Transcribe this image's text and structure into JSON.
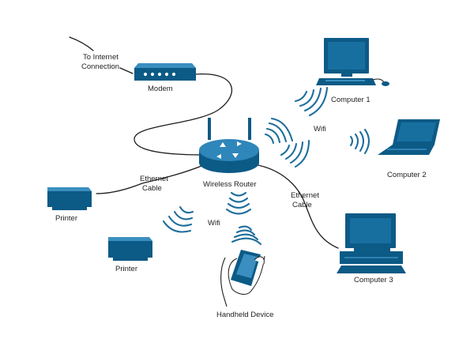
{
  "colors": {
    "device_dark": "#0c5a86",
    "device_mid": "#176fa0",
    "device_light": "#3a8fc0",
    "signal": "#1f6e9c",
    "line": "#1c1c1c",
    "hand": "#ffffff"
  },
  "labels": {
    "internet": [
      "To Internet",
      "Connection"
    ],
    "modem": "Modem",
    "router": "Wireless Router",
    "computer1": "Computer 1",
    "computer2": "Computer 2",
    "computer3": "Computer 3",
    "wifi_right": "Wifi",
    "wifi_bottom": "Wifi",
    "ethernet_left": [
      "Ethernet",
      "Cable"
    ],
    "ethernet_right": [
      "Ethernet",
      "Cable"
    ],
    "printer_top": "Printer",
    "printer_bottom": "Printer",
    "handheld": "Handheld Device"
  }
}
